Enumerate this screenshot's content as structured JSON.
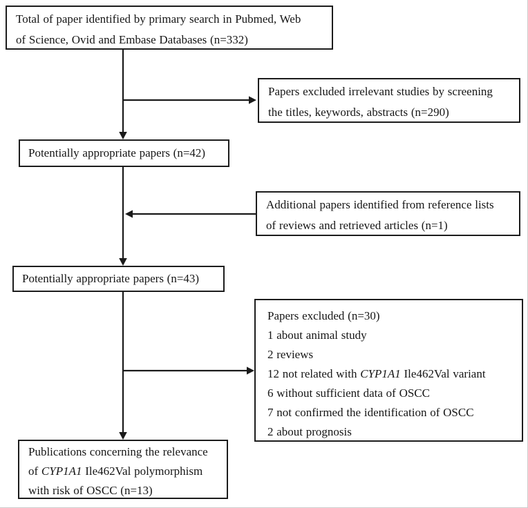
{
  "figure": {
    "type": "study-selection-flow-diagram",
    "colors": {
      "background": "#ffffff",
      "box_border": "#1c1c1c",
      "text": "#161616",
      "arrow": "#1a1a1a"
    }
  },
  "boxes": {
    "total": {
      "line1": "Total of paper identified by primary search in Pubmed, Web",
      "line2": "of Science, Ovid and Embase Databases (n=332)"
    },
    "excluded_screening": {
      "line1": "Papers excluded irrelevant studies by screening",
      "line2": "the titles, keywords, abstracts (n=290)"
    },
    "appropriate_42": {
      "text": "Potentially appropriate papers (n=42)"
    },
    "additional_refs": {
      "line1": "Additional papers identified from reference lists",
      "line2": "of reviews and retrieved articles (n=1)"
    },
    "appropriate_43": {
      "text": "Potentially appropriate papers (n=43)"
    },
    "excluded_30": {
      "title": "Papers excluded (n=30)",
      "item1": "1 about animal study",
      "item2": "2 reviews",
      "item3_prefix": "12 not related with ",
      "item3_gene": "CYP1A1",
      "item3_suffix": " Ile462Val variant",
      "item4": "6 without sufficient data of OSCC",
      "item5": "7 not confirmed the identification of OSCC",
      "item6": "2 about prognosis"
    },
    "publications": {
      "line1": "Publications concerning the relevance",
      "line2_prefix": "of ",
      "line2_gene": "CYP1A1",
      "line2_suffix": " Ile462Val polymorphism",
      "line3": "with risk of OSCC (n=13)"
    }
  }
}
